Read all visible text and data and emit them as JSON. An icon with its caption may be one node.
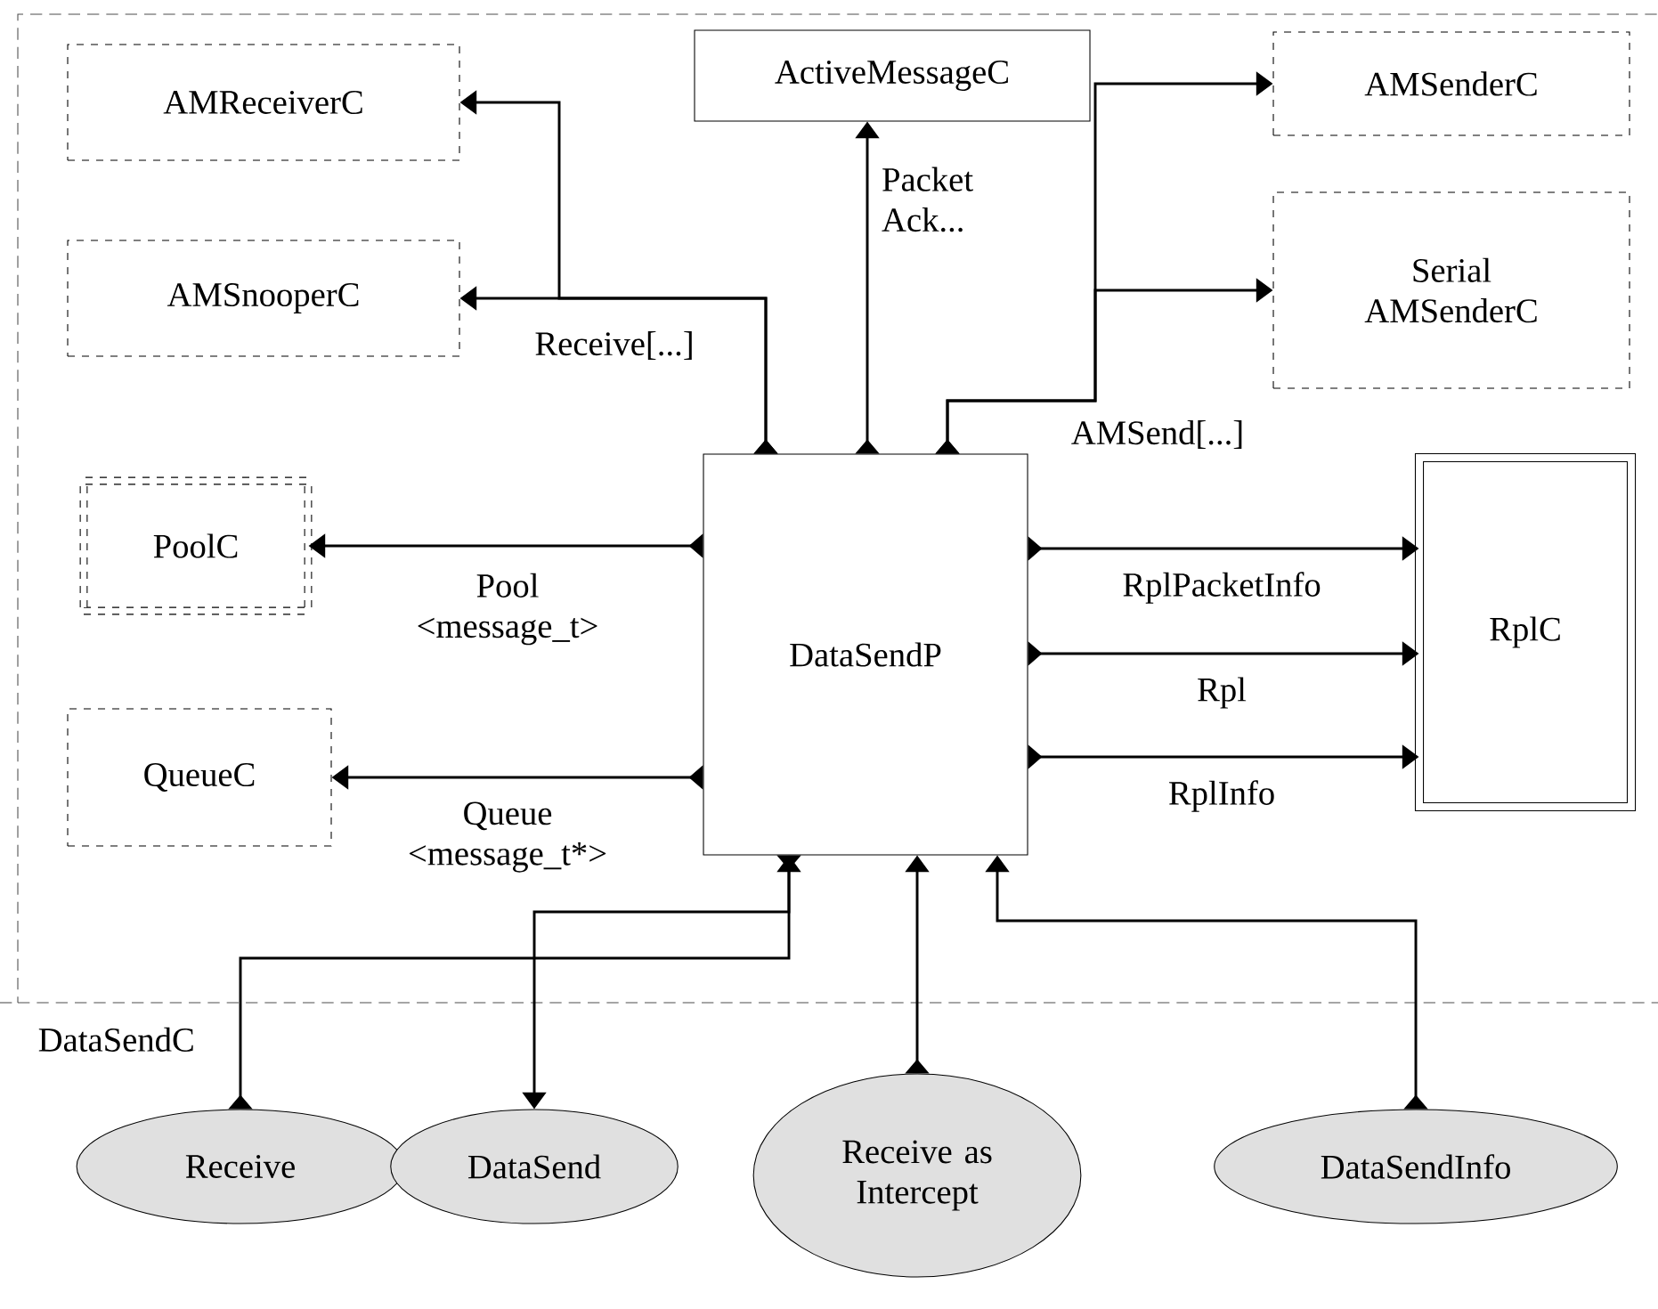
{
  "diagram": {
    "nodes": [
      {
        "text": [
          "DataSendC"
        ]
      },
      {
        "text": [
          "AMReceiverC"
        ],
        "in": 0
      },
      {
        "text": [
          "ActiveMessageC"
        ],
        "in": 0
      },
      {
        "text": [
          "AMSenderC"
        ],
        "in": 0
      },
      {
        "text": [
          "AMSnooperC"
        ],
        "in": 0
      },
      {
        "text": [
          "Serial AMSenderC"
        ],
        "in": 0
      },
      {
        "text": [
          "PoolC"
        ],
        "in": 0
      },
      {
        "text": [
          "DataSendP"
        ],
        "in": 0
      },
      {
        "text": [
          "RplC"
        ],
        "in": 0
      },
      {
        "text": [
          "QueueC"
        ],
        "in": 0
      },
      {
        "text": [
          "Receive"
        ]
      },
      {
        "text": [
          "DataSend"
        ]
      },
      {
        "text": [
          "Receive as Intercept"
        ]
      },
      {
        "text": [
          "DataSendInfo"
        ]
      }
    ],
    "edges": [
      {
        "from": 7,
        "to": 1,
        "arrow": "to"
      },
      {
        "from": 7,
        "to": 4,
        "arrow": "to",
        "label": "Receive[...]"
      },
      {
        "from": 7,
        "to": 2,
        "arrow": "to",
        "label": "Packet Ack..."
      },
      {
        "from": 7,
        "to": 3,
        "arrow": "to"
      },
      {
        "from": 7,
        "to": 5,
        "arrow": "to",
        "label": "AMSend[...]"
      },
      {
        "from": 7,
        "to": 6,
        "arrow": "to",
        "label": "Pool <message_t>"
      },
      {
        "from": 7,
        "to": 8,
        "arrow": "to",
        "label": "RplPacketInfo"
      },
      {
        "from": 7,
        "to": 8,
        "arrow": "to",
        "label": "Rpl"
      },
      {
        "from": 7,
        "to": 8,
        "arrow": "to",
        "label": "RplInfo"
      },
      {
        "from": 7,
        "to": 9,
        "arrow": "to",
        "label": "Queue <message_t*>"
      },
      {
        "from": 10,
        "to": 7,
        "arrow": "to"
      },
      {
        "from": 7,
        "to": 11,
        "arrow": "to"
      },
      {
        "from": 12,
        "to": 7,
        "arrow": "to"
      },
      {
        "from": 13,
        "to": 7,
        "arrow": "to"
      }
    ]
  }
}
